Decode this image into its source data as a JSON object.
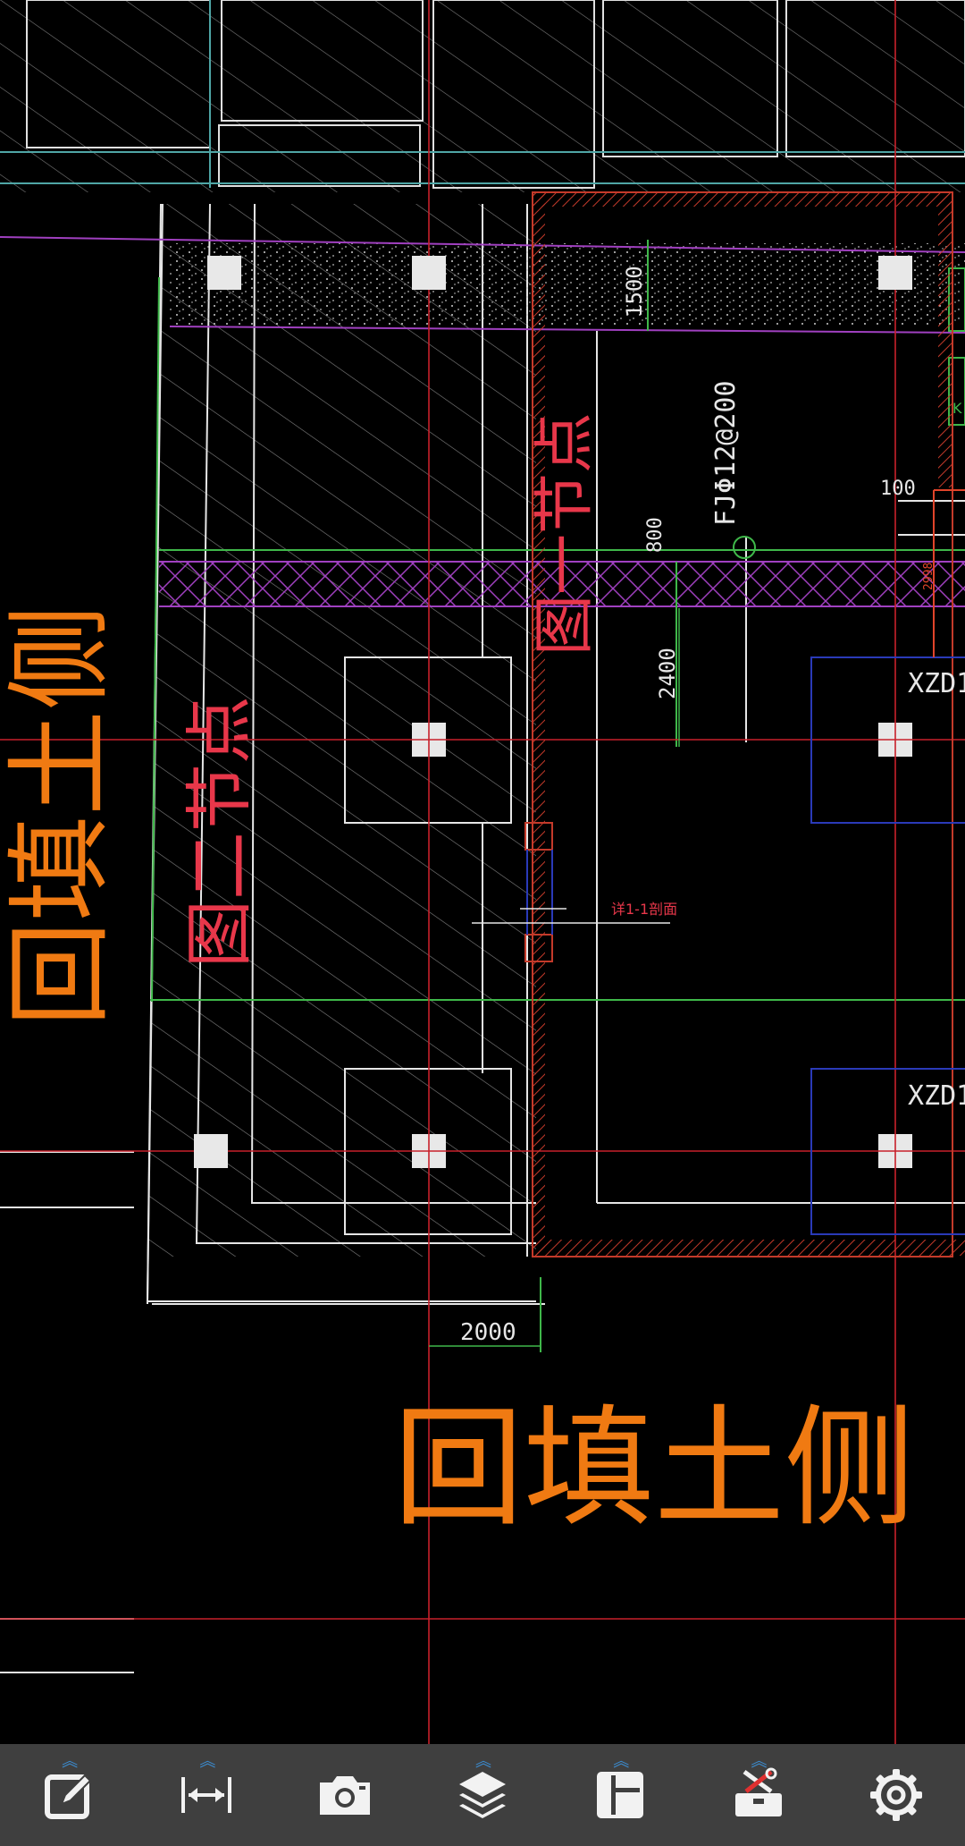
{
  "drawing": {
    "annotations": {
      "backfill_vertical": "回填土侧",
      "backfill_horizontal": "回填土侧",
      "node_2_label": "图二节点",
      "node_1_label": "图一节点"
    },
    "dimensions": {
      "d1500": "1500",
      "d800": "800",
      "d2400": "2400",
      "d100": "100",
      "d2998": "2998",
      "d2000": "2000"
    },
    "texts": {
      "rebar_note": "FJΦ12@200",
      "section_ref": "详1-1剖面",
      "xzd_top": "XZD1",
      "xzd_bottom": "XZD1",
      "green_k": "K"
    },
    "colors": {
      "background": "#000000",
      "grid_red": "#c8202a",
      "orange": "#f07a12",
      "red_text": "#e8374a",
      "purple": "#a040c0",
      "green": "#3fb84a",
      "blue": "#2a3ab8",
      "wall_hatch": "#c43a2a",
      "toolbar_bg": "#3f3f3f",
      "icon_white": "#f2f2f2",
      "chevron_blue": "#3b8fd6"
    }
  },
  "toolbar": {
    "items": [
      {
        "name": "edit-icon",
        "has_menu": true
      },
      {
        "name": "measure-icon",
        "has_menu": true
      },
      {
        "name": "camera-icon",
        "has_menu": false
      },
      {
        "name": "layers-icon",
        "has_menu": true
      },
      {
        "name": "layout-icon",
        "has_menu": true
      },
      {
        "name": "toolbox-icon",
        "has_menu": true
      },
      {
        "name": "gear-icon",
        "has_menu": false
      }
    ],
    "chevron_glyph": "︽"
  }
}
